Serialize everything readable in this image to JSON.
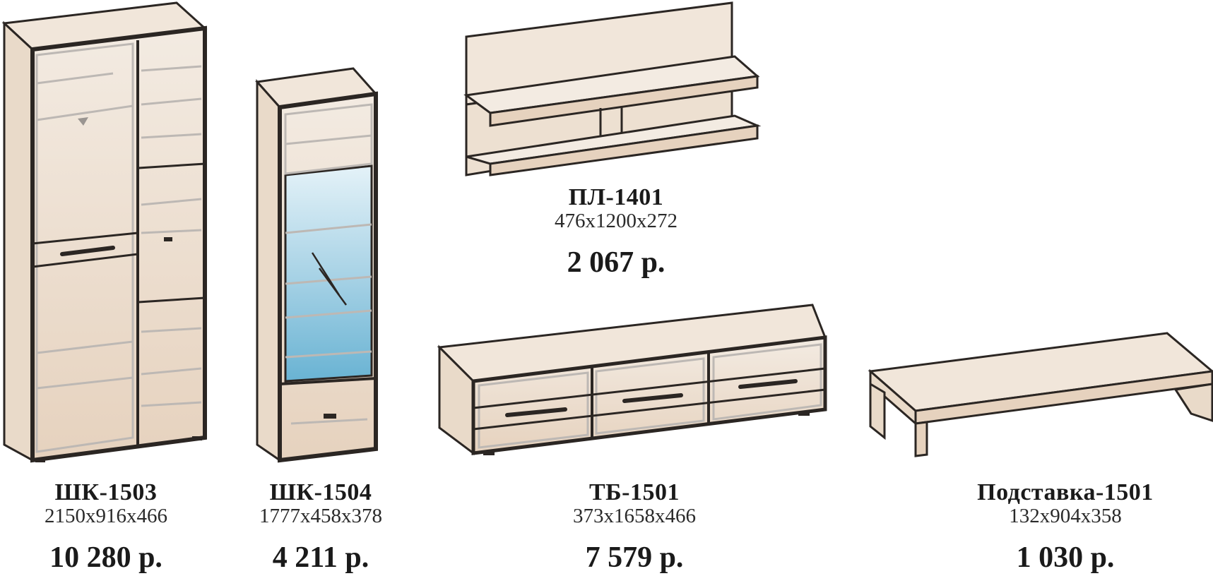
{
  "products": [
    {
      "name": "ШК-1503",
      "dims": "2150х916х466",
      "price": "10 280 р."
    },
    {
      "name": "ШК-1504",
      "dims": "1777х458х378",
      "price": "4 211 р."
    },
    {
      "name": "ПЛ-1401",
      "dims": "476х1200х272",
      "price": "2 067 р."
    },
    {
      "name": "ТБ-1501",
      "dims": "373х1658х466",
      "price": "7 579 р."
    },
    {
      "name": "Подставка-1501",
      "dims": "132х904х358",
      "price": "1 030 р."
    }
  ],
  "colors": {
    "panel": "#efe3d6",
    "panel_shadow": "#e0ccb7",
    "edge": "#2b2623",
    "inner_line": "#bdb8b4",
    "glass_top": "#dceef6",
    "glass_bottom": "#6fb7d6"
  }
}
